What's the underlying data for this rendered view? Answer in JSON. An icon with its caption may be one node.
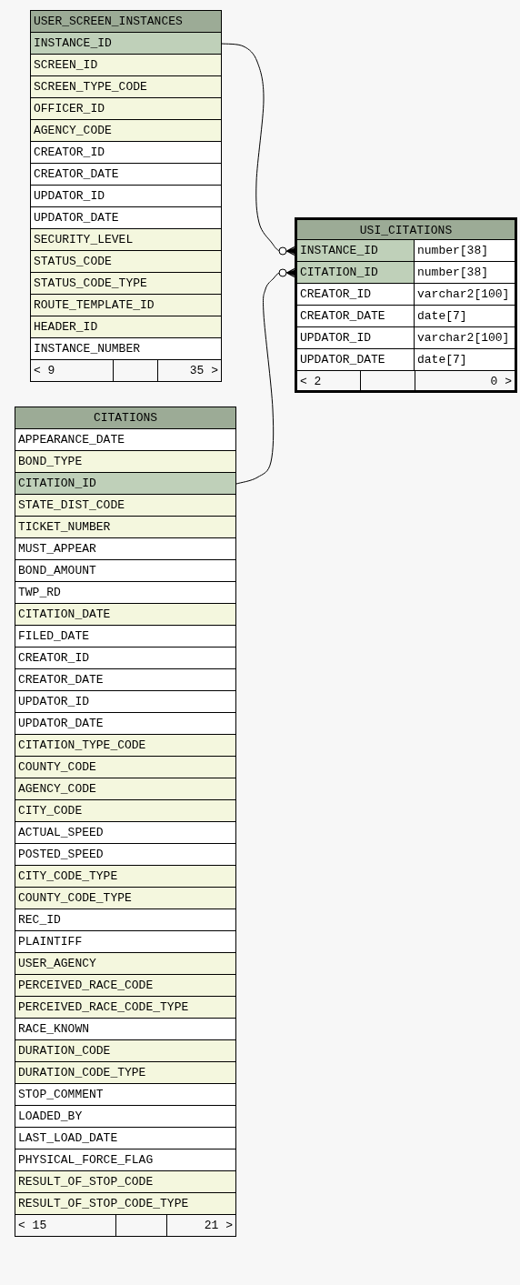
{
  "diagram": {
    "nodes": [
      {
        "text": [
          "USER_SCREEN_INSTANCES"
        ]
      },
      {
        "text": [
          "INSTANCE_ID"
        ],
        "in": 0
      },
      {
        "text": [
          "SCREEN_ID"
        ],
        "in": 0
      },
      {
        "text": [
          "SCREEN_TYPE_CODE"
        ],
        "in": 0
      },
      {
        "text": [
          "OFFICER_ID"
        ],
        "in": 0
      },
      {
        "text": [
          "AGENCY_CODE"
        ],
        "in": 0
      },
      {
        "text": [
          "CREATOR_ID"
        ],
        "in": 0
      },
      {
        "text": [
          "CREATOR_DATE"
        ],
        "in": 0
      },
      {
        "text": [
          "UPDATOR_ID"
        ],
        "in": 0
      },
      {
        "text": [
          "UPDATOR_DATE"
        ],
        "in": 0
      },
      {
        "text": [
          "SECURITY_LEVEL"
        ],
        "in": 0
      },
      {
        "text": [
          "STATUS_CODE"
        ],
        "in": 0
      },
      {
        "text": [
          "STATUS_CODE_TYPE"
        ],
        "in": 0
      },
      {
        "text": [
          "ROUTE_TEMPLATE_ID"
        ],
        "in": 0
      },
      {
        "text": [
          "HEADER_ID"
        ],
        "in": 0
      },
      {
        "text": [
          "INSTANCE_NUMBER"
        ],
        "in": 0
      },
      {
        "text": [
          "< 9",
          "35 >"
        ],
        "in": 0
      },
      {
        "text": [
          "USI_CITATIONS"
        ]
      },
      {
        "text": [
          "INSTANCE_ID",
          "number[38]"
        ],
        "in": 17
      },
      {
        "text": [
          "CITATION_ID",
          "number[38]"
        ],
        "in": 17
      },
      {
        "text": [
          "CREATOR_ID",
          "varchar2[100]"
        ],
        "in": 17
      },
      {
        "text": [
          "CREATOR_DATE",
          "date[7]"
        ],
        "in": 17
      },
      {
        "text": [
          "UPDATOR_ID",
          "varchar2[100]"
        ],
        "in": 17
      },
      {
        "text": [
          "UPDATOR_DATE",
          "date[7]"
        ],
        "in": 17
      },
      {
        "text": [
          "< 2",
          "0 >"
        ],
        "in": 17
      },
      {
        "text": [
          "CITATIONS"
        ]
      },
      {
        "text": [
          "APPEARANCE_DATE"
        ],
        "in": 25
      },
      {
        "text": [
          "BOND_TYPE"
        ],
        "in": 25
      },
      {
        "text": [
          "CITATION_ID"
        ],
        "in": 25
      },
      {
        "text": [
          "STATE_DIST_CODE"
        ],
        "in": 25
      },
      {
        "text": [
          "TICKET_NUMBER"
        ],
        "in": 25
      },
      {
        "text": [
          "MUST_APPEAR"
        ],
        "in": 25
      },
      {
        "text": [
          "BOND_AMOUNT"
        ],
        "in": 25
      },
      {
        "text": [
          "TWP_RD"
        ],
        "in": 25
      },
      {
        "text": [
          "CITATION_DATE"
        ],
        "in": 25
      },
      {
        "text": [
          "FILED_DATE"
        ],
        "in": 25
      },
      {
        "text": [
          "CREATOR_ID"
        ],
        "in": 25
      },
      {
        "text": [
          "CREATOR_DATE"
        ],
        "in": 25
      },
      {
        "text": [
          "UPDATOR_ID"
        ],
        "in": 25
      },
      {
        "text": [
          "UPDATOR_DATE"
        ],
        "in": 25
      },
      {
        "text": [
          "CITATION_TYPE_CODE"
        ],
        "in": 25
      },
      {
        "text": [
          "COUNTY_CODE"
        ],
        "in": 25
      },
      {
        "text": [
          "AGENCY_CODE"
        ],
        "in": 25
      },
      {
        "text": [
          "CITY_CODE"
        ],
        "in": 25
      },
      {
        "text": [
          "ACTUAL_SPEED"
        ],
        "in": 25
      },
      {
        "text": [
          "POSTED_SPEED"
        ],
        "in": 25
      },
      {
        "text": [
          "CITY_CODE_TYPE"
        ],
        "in": 25
      },
      {
        "text": [
          "COUNTY_CODE_TYPE"
        ],
        "in": 25
      },
      {
        "text": [
          "REC_ID"
        ],
        "in": 25
      },
      {
        "text": [
          "PLAINTIFF"
        ],
        "in": 25
      },
      {
        "text": [
          "USER_AGENCY"
        ],
        "in": 25
      },
      {
        "text": [
          "PERCEIVED_RACE_CODE"
        ],
        "in": 25
      },
      {
        "text": [
          "PERCEIVED_RACE_CODE_TYPE"
        ],
        "in": 25
      },
      {
        "text": [
          "RACE_KNOWN"
        ],
        "in": 25
      },
      {
        "text": [
          "DURATION_CODE"
        ],
        "in": 25
      },
      {
        "text": [
          "DURATION_CODE_TYPE"
        ],
        "in": 25
      },
      {
        "text": [
          "STOP_COMMENT"
        ],
        "in": 25
      },
      {
        "text": [
          "LOADED_BY"
        ],
        "in": 25
      },
      {
        "text": [
          "LAST_LOAD_DATE"
        ],
        "in": 25
      },
      {
        "text": [
          "PHYSICAL_FORCE_FLAG"
        ],
        "in": 25
      },
      {
        "text": [
          "RESULT_OF_STOP_CODE"
        ],
        "in": 25
      },
      {
        "text": [
          "RESULT_OF_STOP_CODE_TYPE"
        ],
        "in": 25
      },
      {
        "text": [
          "< 15",
          "21 >"
        ],
        "in": 25
      }
    ],
    "edges": [
      {
        "from": 1,
        "to": 18,
        "arrow": "other"
      },
      {
        "from": 28,
        "to": 19,
        "arrow": "other"
      }
    ]
  }
}
